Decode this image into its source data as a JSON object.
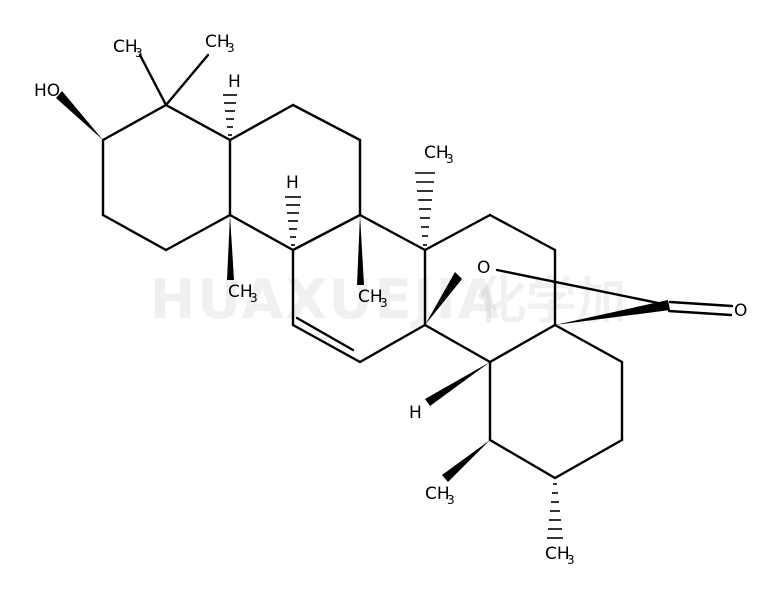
{
  "watermark": {
    "latin": "HUAXUEJIA",
    "registered": "®",
    "chinese": "化学加"
  },
  "atoms": {
    "hydroxyl": "HO",
    "carbonyl_oxygen": "O",
    "ring_oxygen": "O",
    "methyl_main": "CH",
    "methyl_sub": "3",
    "hydrogen": "H"
  },
  "colors": {
    "bond": "#000000",
    "background": "#ffffff"
  }
}
